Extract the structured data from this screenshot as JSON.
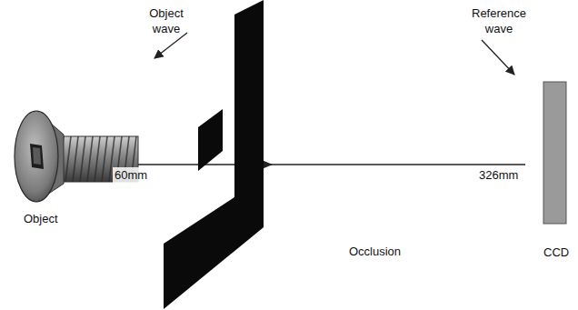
{
  "diagram": {
    "labels": [
      "Object wave",
      "Reference wave",
      "60mm",
      "326mm",
      "Object",
      "Occlusion",
      "CCD"
    ]
  }
}
